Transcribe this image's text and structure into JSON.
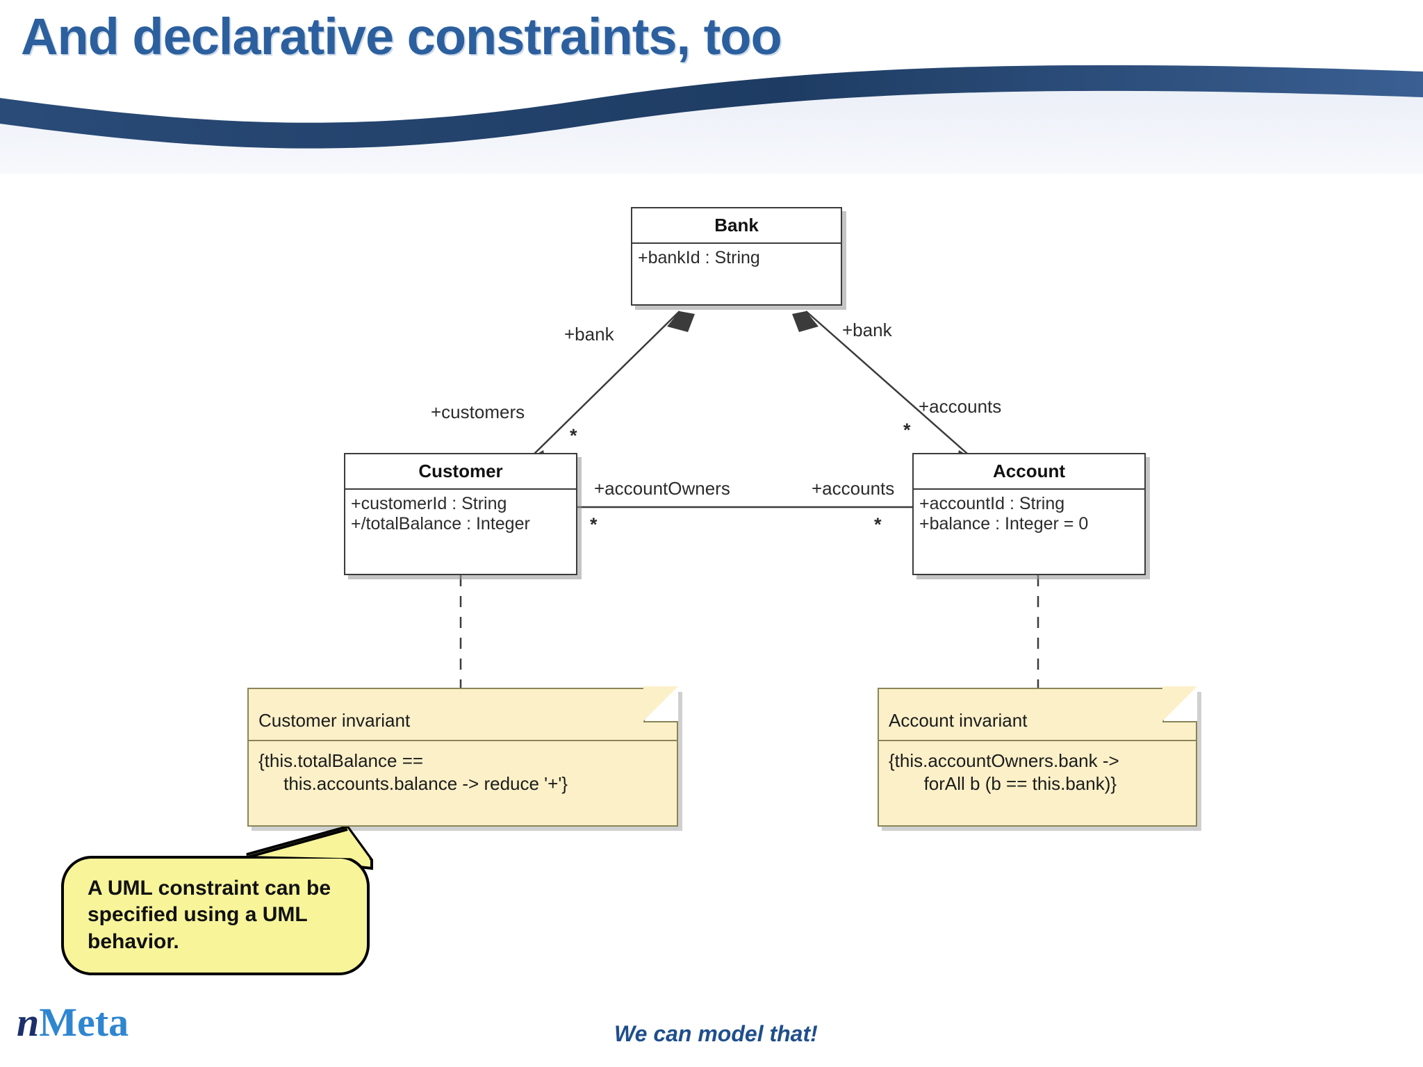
{
  "slide": {
    "title": "And declarative constraints, too",
    "accent_color": "#2c5f9e",
    "band_dark": "#25456f",
    "band_light": "#dfe6f2"
  },
  "diagram": {
    "classes": [
      {
        "key": "bank",
        "name": "Bank",
        "attributes": [
          "+bankId : String"
        ]
      },
      {
        "key": "customer",
        "name": "Customer",
        "attributes": [
          "+customerId : String",
          "+/totalBalance : Integer"
        ]
      },
      {
        "key": "account",
        "name": "Account",
        "attributes": [
          "+accountId : String",
          "+balance : Integer = 0"
        ]
      }
    ],
    "edge_labels": {
      "bank_left": "+bank",
      "bank_right": "+bank",
      "customers": "+customers",
      "accounts_from_bank": "+accounts",
      "account_owners": "+accountOwners",
      "accounts_mid": "+accounts"
    },
    "multiplicities": {
      "customers_star": "*",
      "accounts_star": "*",
      "account_owners_star": "*",
      "accounts_mid_star": "*"
    },
    "notes": [
      {
        "key": "customer-invariant",
        "title": "Customer invariant",
        "body": "{this.totalBalance ==\n     this.accounts.balance -> reduce '+'}"
      },
      {
        "key": "account-invariant",
        "title": "Account invariant",
        "body": "{this.accountOwners.bank ->\n       forAll b (b == this.bank)}"
      }
    ]
  },
  "callout": {
    "text": "A UML constraint can be specified using a UML behavior.",
    "fill": "#f7f49a",
    "stroke": "#000000"
  },
  "footer": {
    "logo_n": "n",
    "logo_meta": "Meta",
    "tagline": "We can model that!"
  }
}
